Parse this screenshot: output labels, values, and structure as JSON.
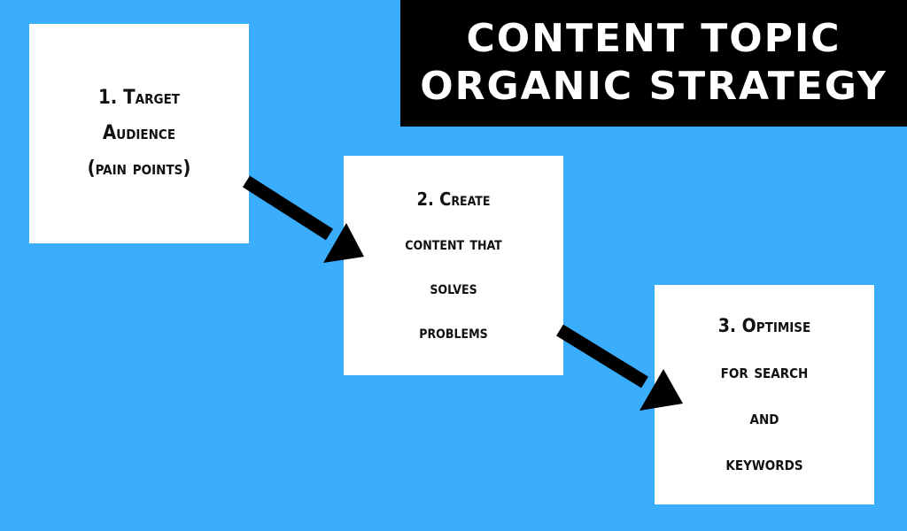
{
  "title": {
    "line1": "CONTENT TOPIC",
    "line2": "ORGANIC STRATEGY"
  },
  "steps": [
    {
      "lines": [
        "1. Target",
        "Audience",
        "(pain points)"
      ]
    },
    {
      "lines": [
        "2. Create",
        "content that",
        "solves",
        "problems"
      ]
    },
    {
      "lines": [
        "3. Optimise",
        "for search",
        "and",
        "keywords"
      ]
    }
  ],
  "colors": {
    "background": "#3aaefc",
    "title_box": "#000000",
    "title_text": "#ffffff",
    "step_box": "#ffffff",
    "arrow": "#000000"
  }
}
